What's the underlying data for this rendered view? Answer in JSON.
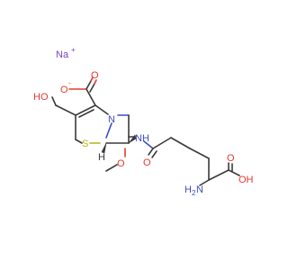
{
  "molecule": {
    "counterion": {
      "symbol": "Na",
      "charge": "+"
    },
    "carboxylate": {
      "oxygen_anion": "O",
      "anion_charge": "-",
      "carbonyl_oxygen": "O"
    },
    "hydroxymethyl": {
      "oxygen": "HO"
    },
    "ring_sulfur": "S",
    "ring_nitrogen": "N",
    "stereo_hydrogen": "H",
    "methoxy": {
      "oxygen": "O"
    },
    "amide": {
      "nitrogen": "N",
      "hydrogen": "H",
      "oxygen": "O"
    },
    "amino": {
      "hydrogen": "H",
      "subscript": "2",
      "nitrogen": "N"
    },
    "carboxylic_acid": {
      "oxygen_carbonyl": "O",
      "hydroxyl": "OH"
    }
  },
  "colors": {
    "carbon": "#3a3a3a",
    "oxygen": "#e23a2f",
    "nitrogen": "#3b4cc6",
    "sulfur": "#b7b21a",
    "sodium": "#7b3fc3"
  }
}
